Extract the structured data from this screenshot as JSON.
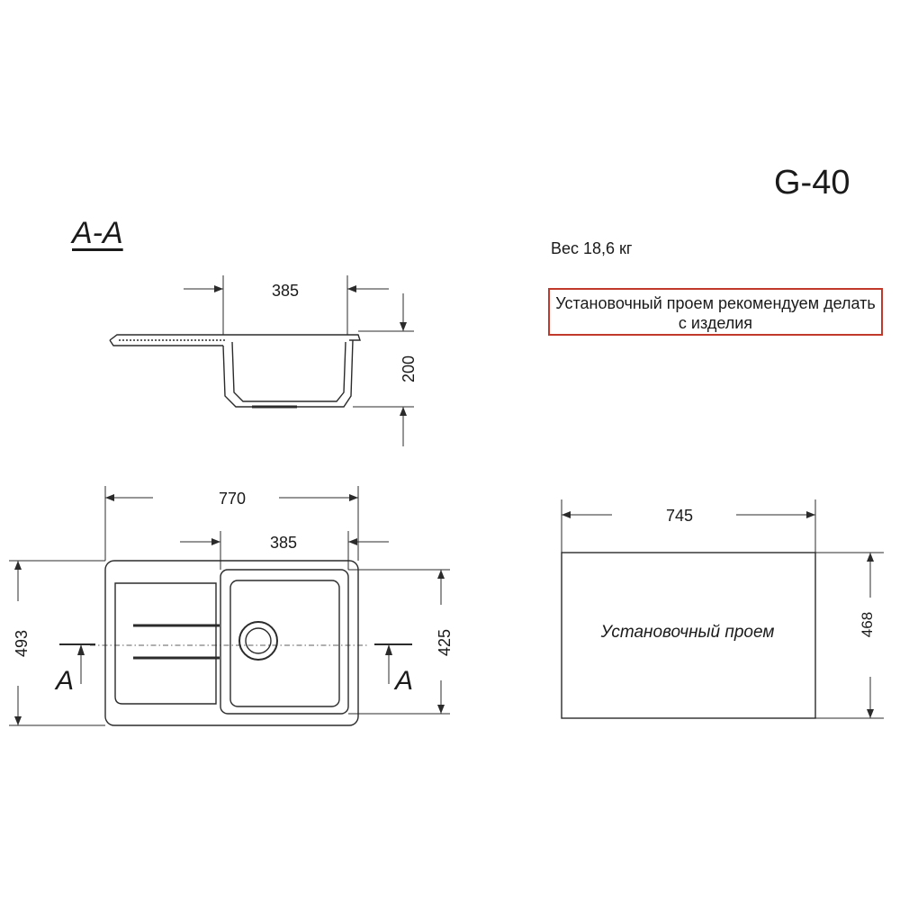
{
  "model": "G-40",
  "weight": "Вес 18,6 кг",
  "note": "Установочный проем рекомендуем делать с изделия",
  "section_title": "A-A",
  "section_marker": "A",
  "cutout_label": "Установочный проем",
  "dimensions": {
    "section_width": "385",
    "section_depth": "200",
    "overall_width": "770",
    "bowl_width": "385",
    "overall_depth": "493",
    "bowl_depth": "425",
    "cutout_width": "745",
    "cutout_depth": "468"
  },
  "colors": {
    "line": "#2b2b2b",
    "note_border": "#c0392b"
  }
}
